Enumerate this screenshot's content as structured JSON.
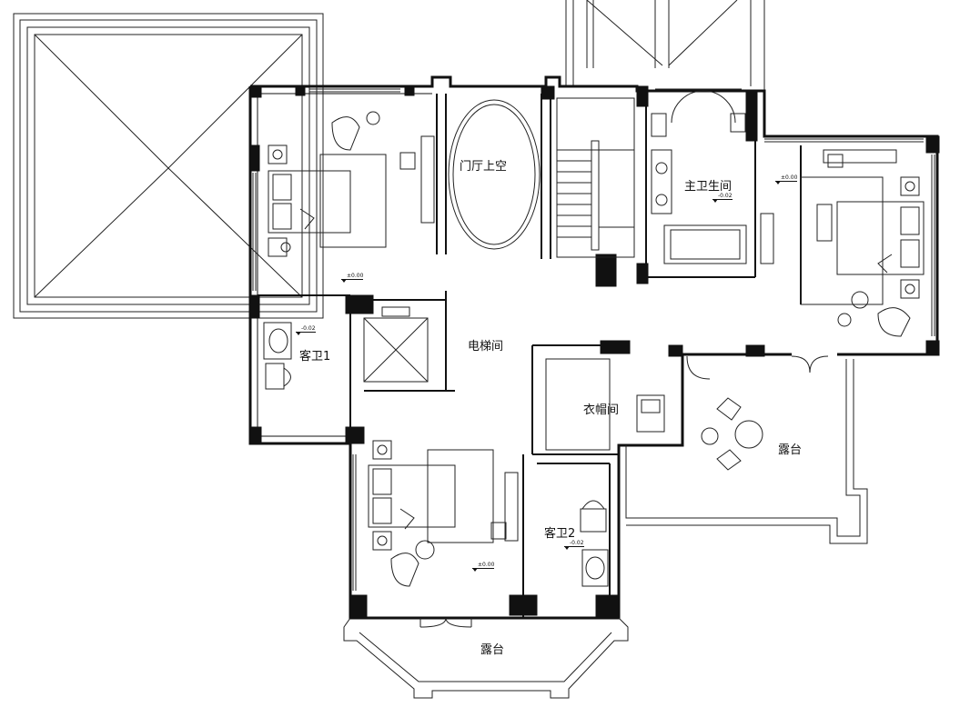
{
  "rooms": {
    "foyer_void": "门厅上空",
    "master_bath": "主卫生间",
    "guest_bath_1": "客卫1",
    "elevator": "电梯间",
    "closet": "衣帽间",
    "terrace_east": "露台",
    "guest_bath_2": "客卫2",
    "terrace_south": "露台"
  },
  "elevations": {
    "floor": "±0.00",
    "wet": "-0.02"
  }
}
